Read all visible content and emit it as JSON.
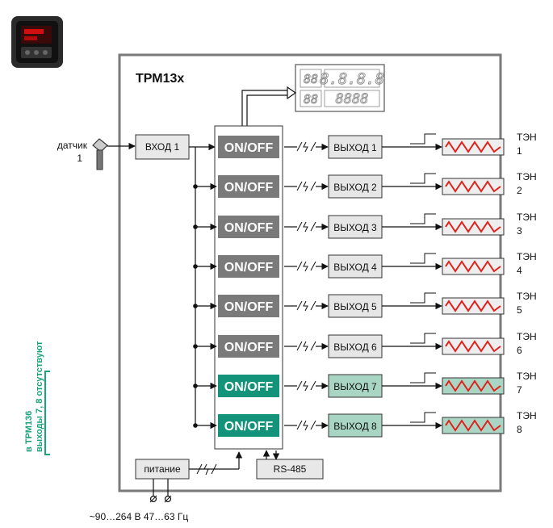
{
  "device": {
    "title": "ТРМ13х"
  },
  "sensor": {
    "label": "датчик",
    "number": "1"
  },
  "input": {
    "label": "ВХОД 1"
  },
  "display": {
    "top_small": "88",
    "top_big": "8.8.8.8",
    "bottom_small": "88",
    "bottom_big": "8888"
  },
  "channels": [
    {
      "switch": "ON/OFF",
      "output": "ВЫХОД 1",
      "heater": "ТЭН",
      "heater_num": "1",
      "highlight": false
    },
    {
      "switch": "ON/OFF",
      "output": "ВЫХОД 2",
      "heater": "ТЭН",
      "heater_num": "2",
      "highlight": false
    },
    {
      "switch": "ON/OFF",
      "output": "ВЫХОД 3",
      "heater": "ТЭН",
      "heater_num": "3",
      "highlight": false
    },
    {
      "switch": "ON/OFF",
      "output": "ВЫХОД 4",
      "heater": "ТЭН",
      "heater_num": "4",
      "highlight": false
    },
    {
      "switch": "ON/OFF",
      "output": "ВЫХОД 5",
      "heater": "ТЭН",
      "heater_num": "5",
      "highlight": false
    },
    {
      "switch": "ON/OFF",
      "output": "ВЫХОД 6",
      "heater": "ТЭН",
      "heater_num": "6",
      "highlight": false
    },
    {
      "switch": "ON/OFF",
      "output": "ВЫХОД 7",
      "heater": "ТЭН",
      "heater_num": "7",
      "highlight": true
    },
    {
      "switch": "ON/OFF",
      "output": "ВЫХОД 8",
      "heater": "ТЭН",
      "heater_num": "8",
      "highlight": true
    }
  ],
  "power": {
    "label": "питание",
    "supply": "~90…264 В 47…63 Гц"
  },
  "interface": {
    "label": "RS-485"
  },
  "note": {
    "line1": "в ТРМ136",
    "line2": "выходы 7, 8  отсутствуют"
  },
  "colors": {
    "switch_gray": "#7a7a7a",
    "switch_green": "#12937a",
    "output_gray": "#e6e6e6",
    "output_green": "#a9d6c4",
    "heater_red": "#e0201a",
    "note_green": "#1aa37a"
  }
}
